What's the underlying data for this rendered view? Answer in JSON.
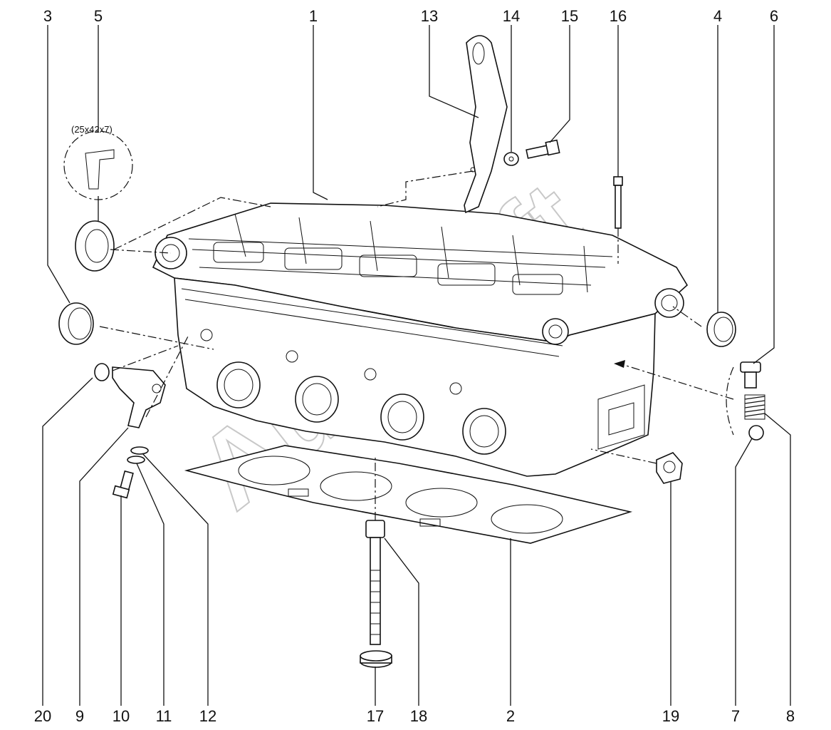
{
  "diagram": {
    "callouts": [
      "1",
      "2",
      "3",
      "4",
      "5",
      "6",
      "7",
      "8",
      "9",
      "10",
      "11",
      "12",
      "13",
      "14",
      "15",
      "16",
      "17",
      "18",
      "19",
      "20"
    ],
    "seal_size": "(25x42x7)",
    "watermark": "AutoSoft"
  }
}
